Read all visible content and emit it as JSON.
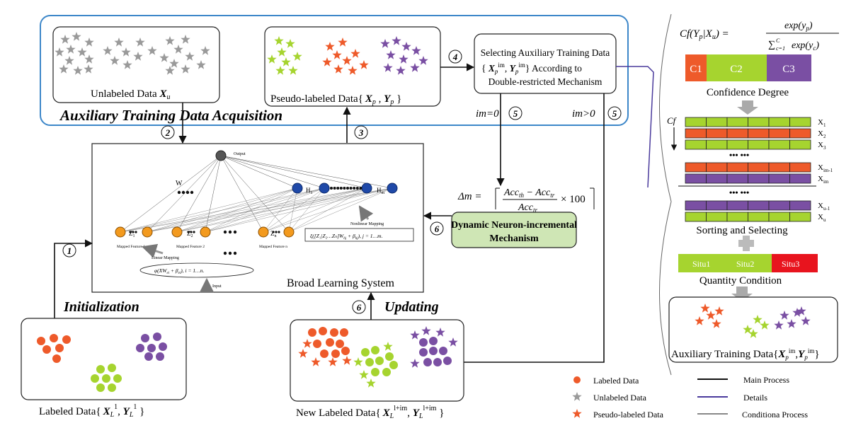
{
  "colors": {
    "labeled": "#ee5a2a",
    "unlabeled": "#9a9a9a",
    "pseudo_green": "#a6d42f",
    "pseudo_purple": "#7a4fa3",
    "acquisition_border": "#3d87c9",
    "details_line": "#4a3a9c",
    "neuron_orange": "#f39a1e",
    "neuron_blue": "#1f49a8",
    "dnim_fill": "#cfe6b5",
    "situ1": "#a6d42f",
    "situ3": "#e8141e",
    "c1": "#ee5a2a",
    "c2": "#a6d42f",
    "c3": "#7a4fa3"
  },
  "titles": {
    "acquisition": "Auxiliary Training Data Acquisition",
    "initialization": "Initialization",
    "updating": "Updating"
  },
  "boxes": {
    "unlabeled": "Unlabeled Data",
    "unlabeled_sym": "X",
    "unlabeled_sub": "u",
    "pseudo_prefix": "Pseudo-labeled Data{",
    "pseudo_x": "X",
    "pseudo_y": "Y",
    "pseudo_sub": "p",
    "select_line1": "Selecting Auxiliary Training Data",
    "select_line2": "According to",
    "select_line3": "Double-restricted Mechanism",
    "select_sup": "im",
    "labeled_prefix": "Labeled Data{",
    "labeled_sym_x": "X",
    "labeled_sym_y": "Y",
    "labeled_sub": "L",
    "labeled_sup": "1",
    "new_prefix": "New Labeled Data{",
    "new_sup": "l+im",
    "bls_title": "Broad Learning System",
    "dnim_line1": "Dynamic Neuron-incremental",
    "dnim_line2": "Mechanism",
    "aux_prefix": "Auxiliary Training Data{",
    "aux_sup": "im"
  },
  "conditions": {
    "im0": "im=0",
    "imgt0": "im>0"
  },
  "steps": [
    "1",
    "2",
    "3",
    "4",
    "5",
    "5",
    "6",
    "6"
  ],
  "bls": {
    "output": "Output",
    "w": "W",
    "h1": "H",
    "h1_sub": "1",
    "hm": "H",
    "hm_sub": "m",
    "z1": "Z",
    "z1_sub": "1",
    "z2": "Z",
    "z2_sub": "2",
    "zn": "Z",
    "zn_sub": "n",
    "mf1": "Mapped Feature 1",
    "mf2": "Mapped Feature 2",
    "mfn": "Mapped Feature n",
    "nonlinear": "Nonlinear Mapping",
    "linear": "Linear Mapping",
    "input": "Input",
    "phi_formula": "φ(XW",
    "phi_sub1": "ei",
    "phi_mid": " + β",
    "phi_sub2": "ei",
    "phi_end": "),   i = 1…n.",
    "xi_formula": "ξ([Z₁|Z₂…Zₙ]W",
    "xi_sub1": "hj",
    "xi_mid": " + β",
    "xi_sub2": "hj",
    "xi_end": "),   j = 1…m."
  },
  "formulas": {
    "delta_lhs": "Δm =",
    "delta_num": "Acc",
    "delta_num_s1": "th",
    "delta_minus": " − Acc",
    "delta_num_s2": "tr",
    "delta_den": "Acc",
    "delta_den_s": "tr",
    "delta_times": "× 100",
    "cf_lhs": "Cf(Y",
    "cf_p": "p",
    "cf_bar": "|X",
    "cf_u": "u",
    "cf_rp": ") =",
    "cf_num": "exp(y",
    "cf_num_s": "p",
    "cf_num_e": ")",
    "cf_den": "exp(y",
    "cf_den_s": "c",
    "cf_den_e": ")",
    "cf_sum_top": "C",
    "cf_sum_bot": "c=1"
  },
  "confidence": {
    "c1": "C1",
    "c2": "C2",
    "c3": "C3",
    "caption": "Confidence  Degree"
  },
  "sorting": {
    "cf": "Cf",
    "x": "X",
    "rows": [
      {
        "sub": "1",
        "color": "green"
      },
      {
        "sub": "2",
        "color": "orange"
      },
      {
        "sub": "3",
        "color": "green"
      },
      {
        "sub": "im-1",
        "color": "orange"
      },
      {
        "sub": "im",
        "color": "purple"
      },
      {
        "sub": "u-1",
        "color": "purple"
      },
      {
        "sub": "u",
        "color": "green"
      }
    ],
    "caption": "Sorting and Selecting"
  },
  "quantity": {
    "situ1": "Situ1",
    "situ2": "Situ2",
    "situ3": "Situ3",
    "caption": "Quantity Condition"
  },
  "legend": {
    "labeled": "Labeled Data",
    "unlabeled": "Unlabeled Data",
    "pseudo": "Pseudo-labeled Data",
    "main": "Main Process",
    "details": "Details",
    "conditional": "Conditiona Process"
  }
}
